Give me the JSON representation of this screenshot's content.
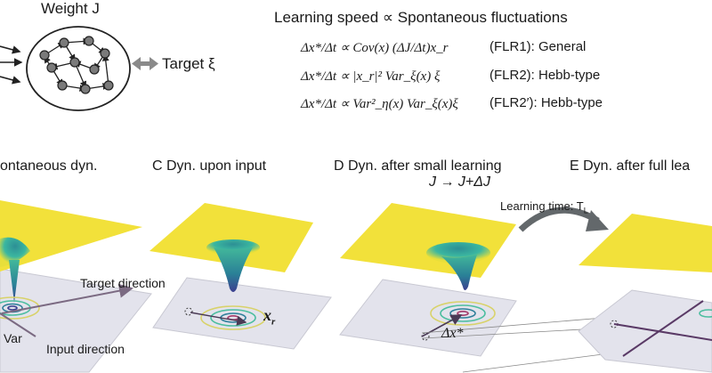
{
  "network": {
    "weight_label": "Weight J",
    "target_label": "Target ξ"
  },
  "header": {
    "title": "Learning speed  ∝  Spontaneous fluctuations"
  },
  "rules": [
    {
      "formula": "Δx*/Δt ∝ Cov(x) (ΔJ/Δt)x_r",
      "label": "(FLR1): General"
    },
    {
      "formula": "Δx*/Δt ∝ |x_r|² Var_ξ(x) ξ",
      "label": "(FLR2): Hebb-type"
    },
    {
      "formula": "Δx*/Δt ∝ Var²_η(x) Var_ξ(x)ξ",
      "label": "(FLR2′): Hebb-type"
    }
  ],
  "panels": {
    "b": {
      "title": "ontaneous dyn."
    },
    "c": {
      "title": "C   Dyn. upon input"
    },
    "d": {
      "title": "D   Dyn. after small learning",
      "sub": "J → J+ΔJ"
    },
    "e": {
      "title": "E   Dyn. after full lea"
    }
  },
  "annotations": {
    "target_direction": "Target direction",
    "input_direction": "Input direction",
    "var": "Var",
    "xr": "x",
    "xr_sub": "r",
    "delta_x": "Δx*",
    "learning_time": "Learning time: T",
    "learning_time_sub": "L"
  },
  "colors": {
    "surface": "#f2e13a",
    "plane": "#e3e3ec",
    "arrow": "#7b6a82",
    "accent": "#63686b"
  }
}
